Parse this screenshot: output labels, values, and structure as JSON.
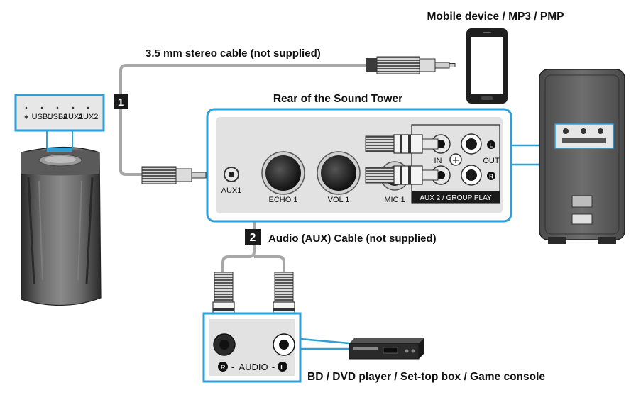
{
  "labels": {
    "mobile_device": "Mobile device / MP3 / PMP",
    "stereo_cable": "3.5 mm  stereo cable (not supplied)",
    "rear_title": "Rear of the Sound Tower",
    "aux_cable": "Audio (AUX) Cable (not supplied)",
    "bd_player": "BD / DVD player / Set-top box / Game console",
    "step1": "1",
    "step2": "2"
  },
  "top_panel": {
    "items": [
      "✱",
      "USB1",
      "USB2",
      "AUX1",
      "AUX2"
    ]
  },
  "rear_panel": {
    "aux1": "AUX1",
    "echo": "ECHO 1",
    "vol": "VOL 1",
    "mic": "MIC 1",
    "in": "IN",
    "out": "OUT",
    "left_mark": "L",
    "right_mark": "R",
    "group_play": "AUX 2 / GROUP PLAY",
    "plus": "+"
  },
  "player_panel": {
    "r_mark": "R",
    "audio": "AUDIO",
    "l_mark": "L",
    "dash": "-"
  },
  "colors": {
    "accent_blue": "#2f9fd6",
    "panel_grey": "#e2e2e2",
    "cable_grey": "#9e9e9e",
    "dark": "#222222",
    "speaker_body": "#3a3a3a"
  },
  "icons": [
    "bluetooth-icon",
    "stereo-plug-icon",
    "rca-plug-icon",
    "phone-icon",
    "dvd-player-icon",
    "speaker-icon"
  ]
}
